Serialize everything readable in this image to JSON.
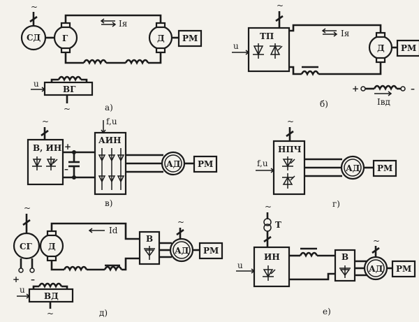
{
  "diagrams": {
    "a": {
      "caption": "а)",
      "sd": "СД",
      "g": "Г",
      "d": "Д",
      "rm": "РМ",
      "current": "Iя",
      "vg": "ВГ",
      "u": "u",
      "tilde": "~"
    },
    "b": {
      "caption": "б)",
      "tp": "ТП",
      "d": "Д",
      "rm": "РМ",
      "current": "Iя",
      "ivd": "Iвд",
      "u": "u",
      "plus": "+",
      "minus": "–",
      "tilde": "~"
    },
    "v": {
      "caption": "в)",
      "vin": "В, ИН",
      "ain": "АИН",
      "ad": "АД",
      "rm": "РМ",
      "fu": "f,u",
      "plus": "+",
      "minus": "–",
      "tilde": "~"
    },
    "g": {
      "caption": "г)",
      "npch": "НПЧ",
      "ad": "АД",
      "rm": "РМ",
      "fu": "f,u",
      "tilde": "~"
    },
    "d": {
      "caption": "д)",
      "sg": "СГ",
      "d": "Д",
      "v": "В",
      "ad": "АД",
      "rm": "РМ",
      "current": "Id",
      "vd": "ВД",
      "u": "u",
      "plus": "+",
      "minus": "–",
      "tilde": "~"
    },
    "e": {
      "caption": "е)",
      "t": "Т",
      "in": "ИН",
      "v": "В",
      "ad": "АД",
      "rm": "РМ",
      "u": "u",
      "tilde": "~"
    }
  }
}
